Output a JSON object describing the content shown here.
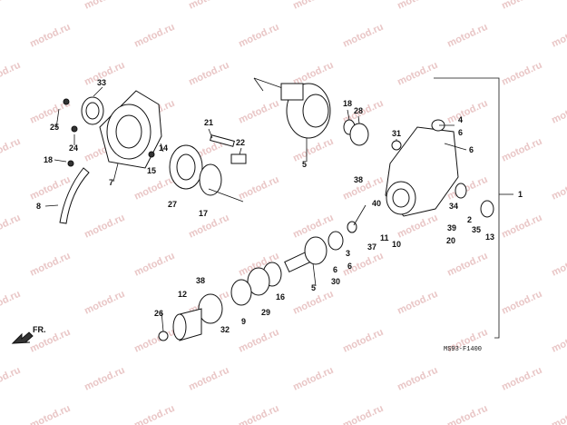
{
  "watermark": "motod.ru",
  "diagram_code": "MS93-F1400",
  "direction_label": "FR.",
  "callouts": [
    {
      "id": "c1",
      "text": "1"
    },
    {
      "id": "c2",
      "text": "2"
    },
    {
      "id": "c3",
      "text": "3"
    },
    {
      "id": "c4",
      "text": "4"
    },
    {
      "id": "c5a",
      "text": "5"
    },
    {
      "id": "c5b",
      "text": "5"
    },
    {
      "id": "c6a",
      "text": "6"
    },
    {
      "id": "c6b",
      "text": "6"
    },
    {
      "id": "c6c",
      "text": "6"
    },
    {
      "id": "c6d",
      "text": "6"
    },
    {
      "id": "c7",
      "text": "7"
    },
    {
      "id": "c8",
      "text": "8"
    },
    {
      "id": "c9",
      "text": "9"
    },
    {
      "id": "c10",
      "text": "10"
    },
    {
      "id": "c11",
      "text": "11"
    },
    {
      "id": "c12",
      "text": "12"
    },
    {
      "id": "c13",
      "text": "13"
    },
    {
      "id": "c14",
      "text": "14"
    },
    {
      "id": "c15",
      "text": "15"
    },
    {
      "id": "c16",
      "text": "16"
    },
    {
      "id": "c17",
      "text": "17"
    },
    {
      "id": "c18a",
      "text": "18"
    },
    {
      "id": "c18b",
      "text": "18"
    },
    {
      "id": "c20",
      "text": "20"
    },
    {
      "id": "c21",
      "text": "21"
    },
    {
      "id": "c22",
      "text": "22"
    },
    {
      "id": "c24",
      "text": "24"
    },
    {
      "id": "c25",
      "text": "25"
    },
    {
      "id": "c26",
      "text": "26"
    },
    {
      "id": "c27",
      "text": "27"
    },
    {
      "id": "c28",
      "text": "28"
    },
    {
      "id": "c29",
      "text": "29"
    },
    {
      "id": "c30",
      "text": "30"
    },
    {
      "id": "c31",
      "text": "31"
    },
    {
      "id": "c32",
      "text": "32"
    },
    {
      "id": "c33",
      "text": "33"
    },
    {
      "id": "c34",
      "text": "34"
    },
    {
      "id": "c35",
      "text": "35"
    },
    {
      "id": "c37",
      "text": "37"
    },
    {
      "id": "c38a",
      "text": "38"
    },
    {
      "id": "c38b",
      "text": "38"
    },
    {
      "id": "c39",
      "text": "39"
    },
    {
      "id": "c40",
      "text": "40"
    }
  ]
}
